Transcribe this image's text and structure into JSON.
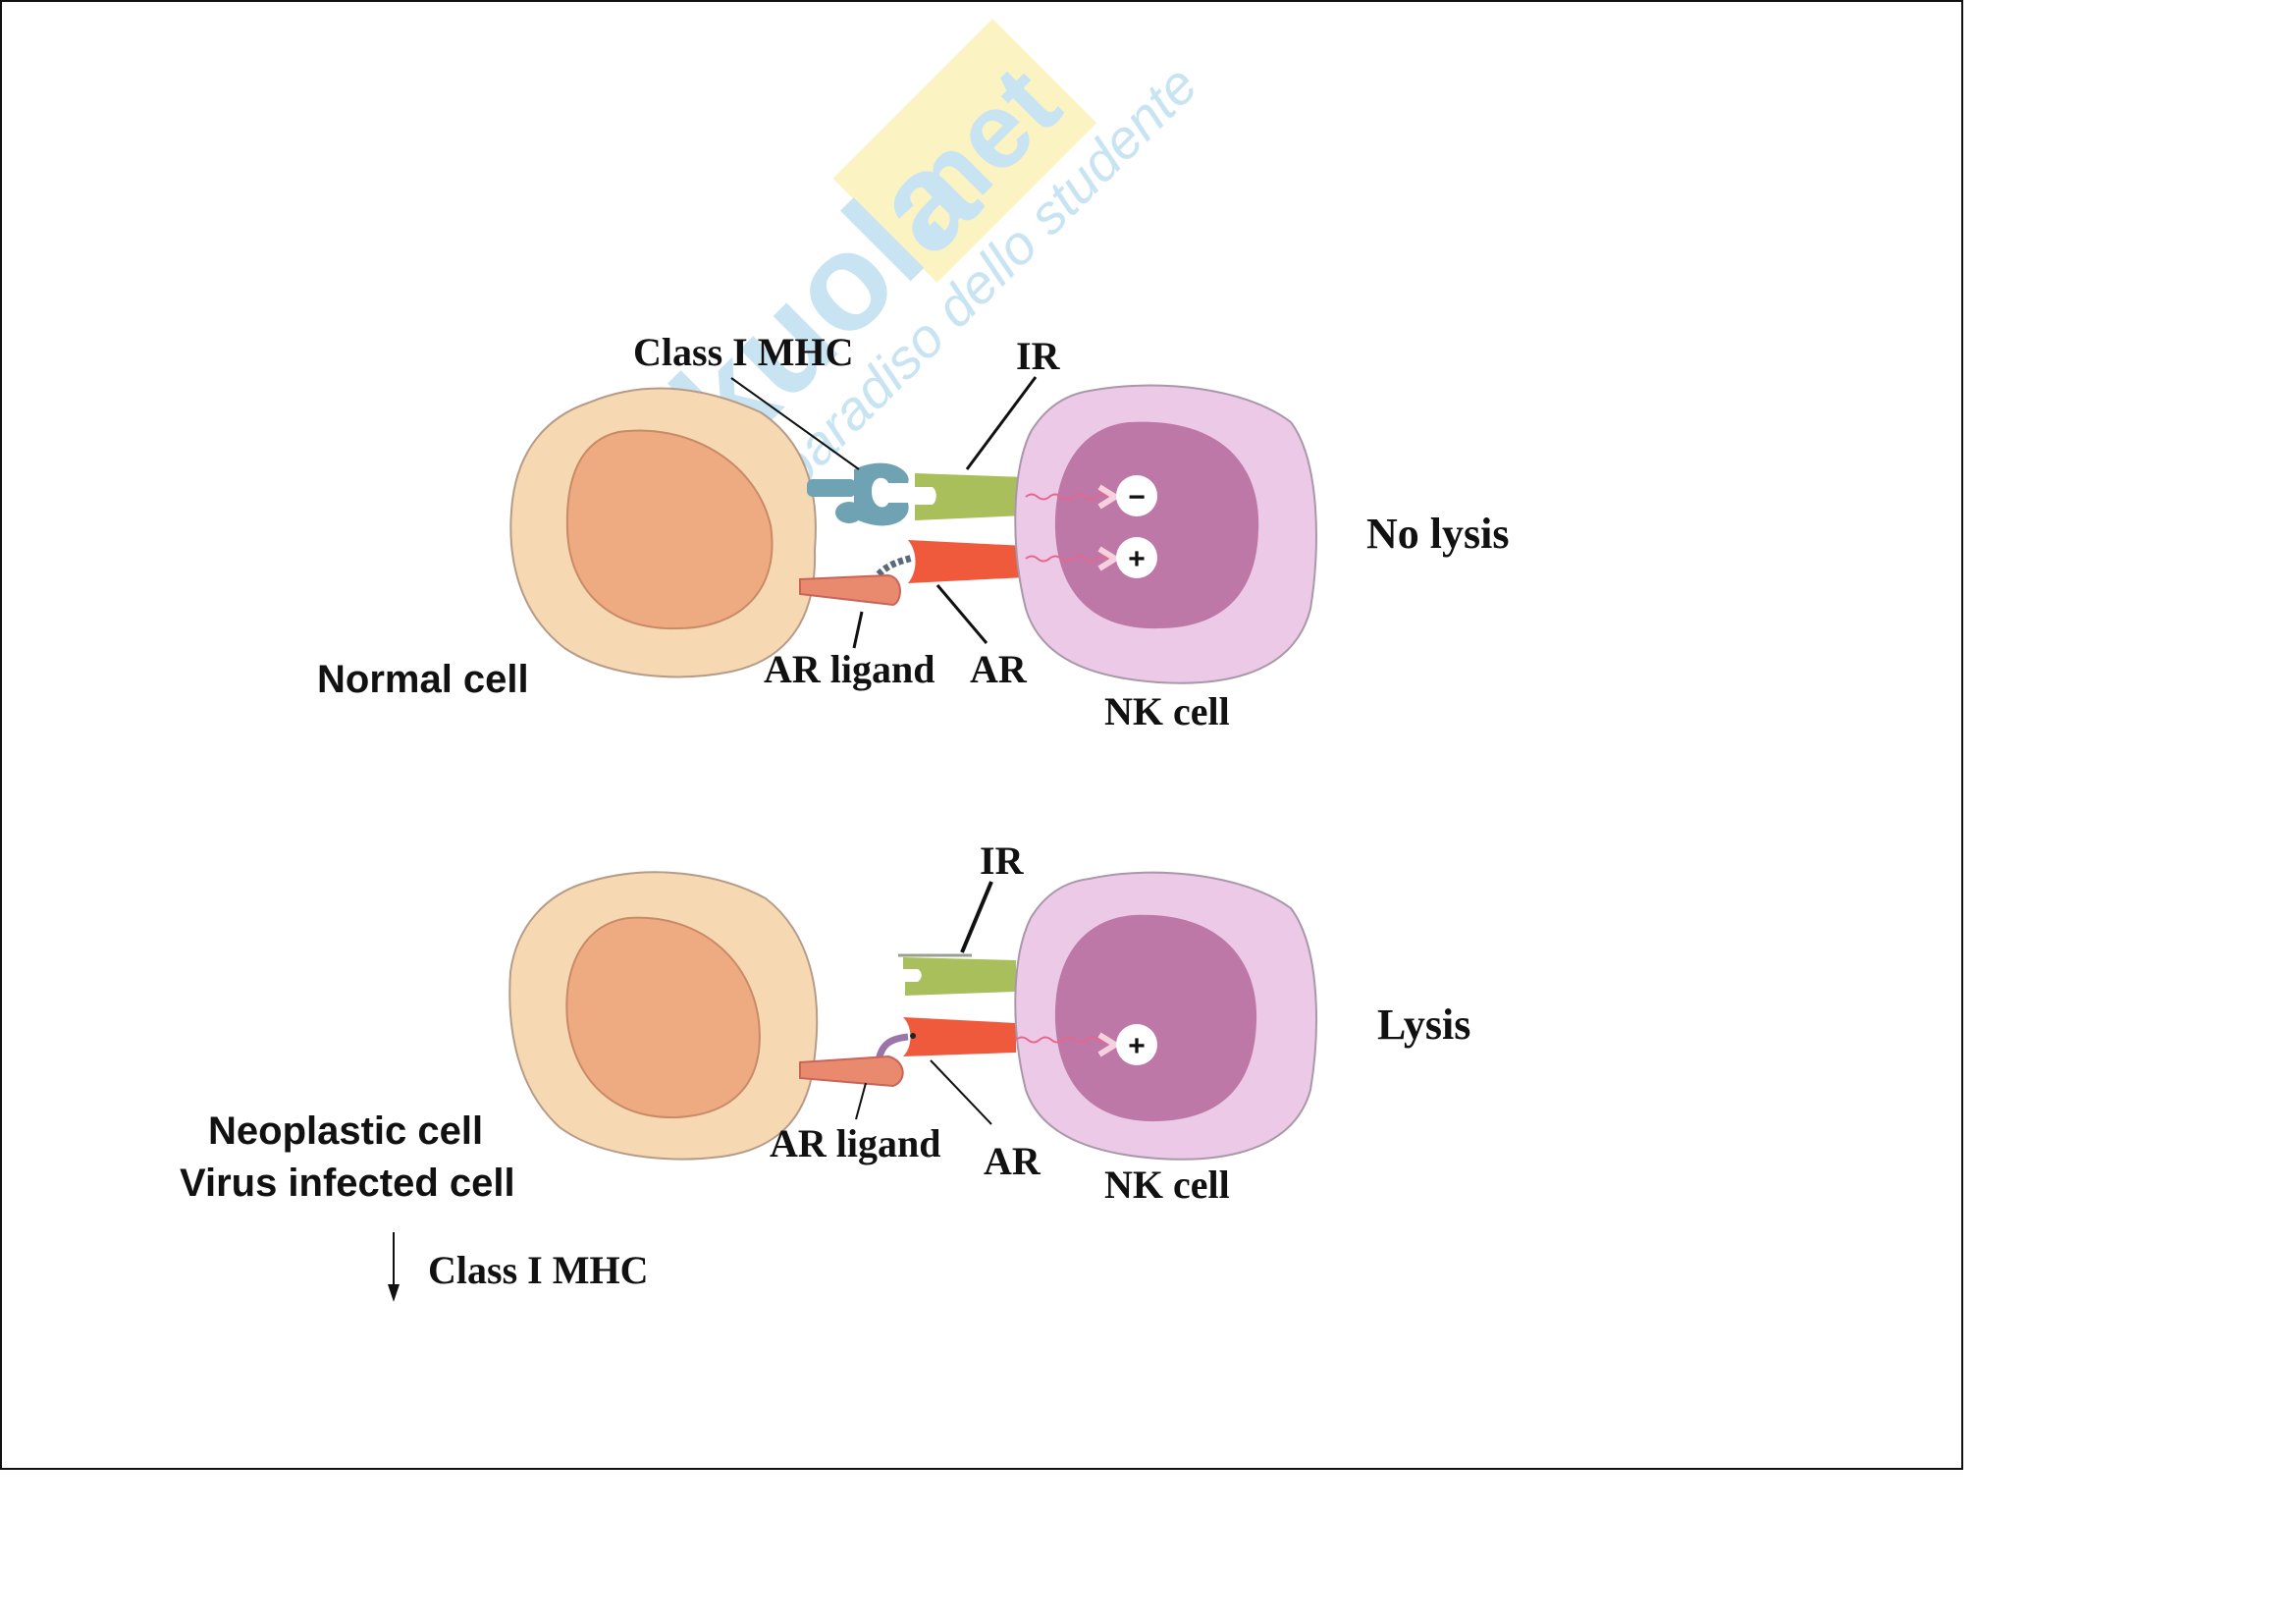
{
  "watermark": {
    "brand": "Skuola",
    "tld": ".net",
    "tagline": "il paradiso dello studente"
  },
  "colors": {
    "target_cell_cytoplasm": "#f6d9b3",
    "target_cell_nucleus": "#eeaa80",
    "nk_cytoplasm": "#ecc9e6",
    "nk_nucleus": "#bd78a8",
    "class_i_mhc": "#6fa3b3",
    "inhibitory_receptor": "#a8bf5c",
    "activating_receptor": "#ef5a3d",
    "ar_ligand": "#e98a6e",
    "watermark_blue": "#bfe0f2",
    "watermark_yellow": "#fbf3b8"
  },
  "panels": [
    {
      "id": "normal",
      "target_label_lines": [
        "Normal cell"
      ],
      "class_i_mhc_label": "Class I MHC",
      "ir_label": "IR",
      "ar_ligand_label": "AR ligand",
      "ar_label": "AR",
      "nk_label": "NK cell",
      "signals": [
        "−",
        "+"
      ],
      "outcome": "No lysis"
    },
    {
      "id": "neoplastic",
      "target_label_lines": [
        "Neoplastic cell",
        "Virus infected cell"
      ],
      "ir_label": "IR",
      "ar_ligand_label": "AR ligand",
      "ar_label": "AR",
      "nk_label": "NK cell",
      "signals": [
        "+"
      ],
      "outcome": "Lysis",
      "note_arrow": "↓",
      "note_label": "Class I MHC"
    }
  ]
}
